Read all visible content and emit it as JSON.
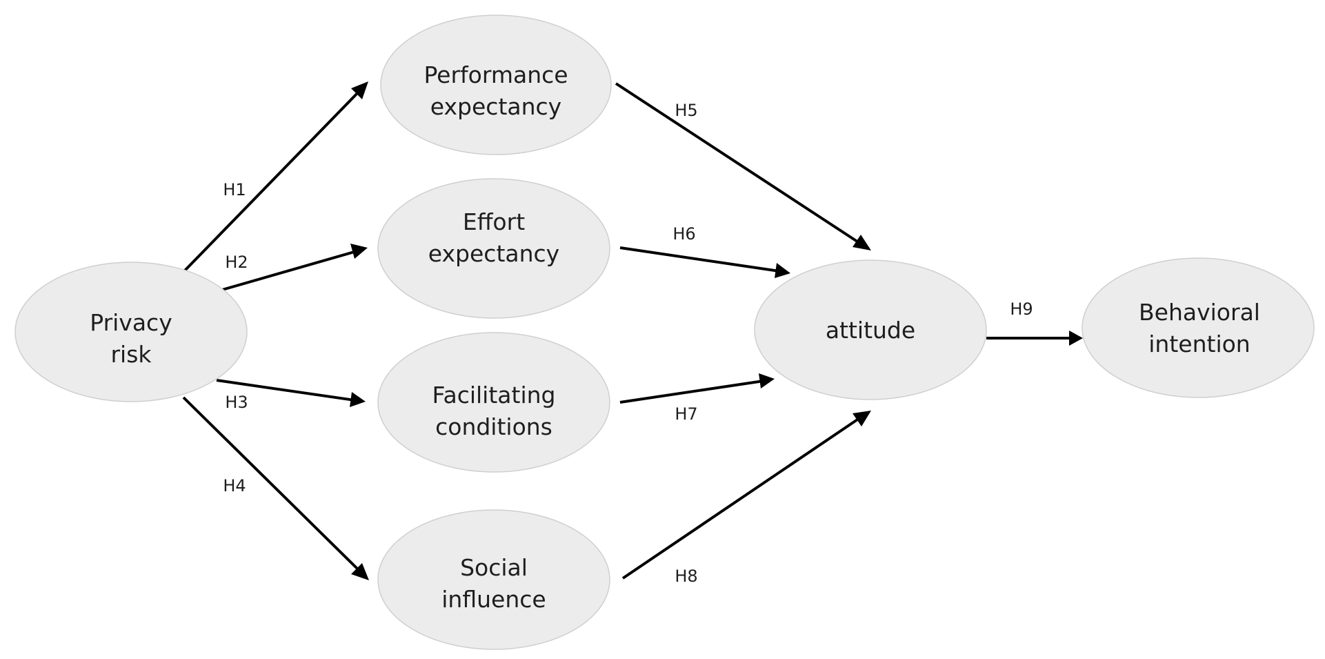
{
  "nodes": {
    "privacy_risk": {
      "line1": "Privacy",
      "line2": "risk"
    },
    "performance_expectancy": {
      "line1": "Performance",
      "line2": "expectancy"
    },
    "effort_expectancy": {
      "line1": "Effort",
      "line2": "expectancy"
    },
    "facilitating_conditions": {
      "line1": "Facilitating",
      "line2": "conditions"
    },
    "social_influence": {
      "line1": "Social",
      "line2": "influence"
    },
    "attitude": {
      "line1": "attitude"
    },
    "behavioral_intention": {
      "line1": "Behavioral",
      "line2": "intention"
    }
  },
  "edges": {
    "h1": {
      "label": "H1",
      "from": "Privacy risk",
      "to": "Performance expectancy"
    },
    "h2": {
      "label": "H2",
      "from": "Privacy risk",
      "to": "Effort expectancy"
    },
    "h3": {
      "label": "H3",
      "from": "Privacy risk",
      "to": "Facilitating conditions"
    },
    "h4": {
      "label": "H4",
      "from": "Privacy risk",
      "to": "Social influence"
    },
    "h5": {
      "label": "H5",
      "from": "Performance expectancy",
      "to": "attitude"
    },
    "h6": {
      "label": "H6",
      "from": "Effort expectancy",
      "to": "attitude"
    },
    "h7": {
      "label": "H7",
      "from": "Facilitating conditions",
      "to": "attitude"
    },
    "h8": {
      "label": "H8",
      "from": "Social influence",
      "to": "attitude"
    },
    "h9": {
      "label": "H9",
      "from": "attitude",
      "to": "Behavioral intention"
    }
  },
  "colors": {
    "node_fill": "#ececec",
    "node_stroke": "#cfcfcf",
    "edge": "#000000",
    "text": "#1e1e1e"
  }
}
